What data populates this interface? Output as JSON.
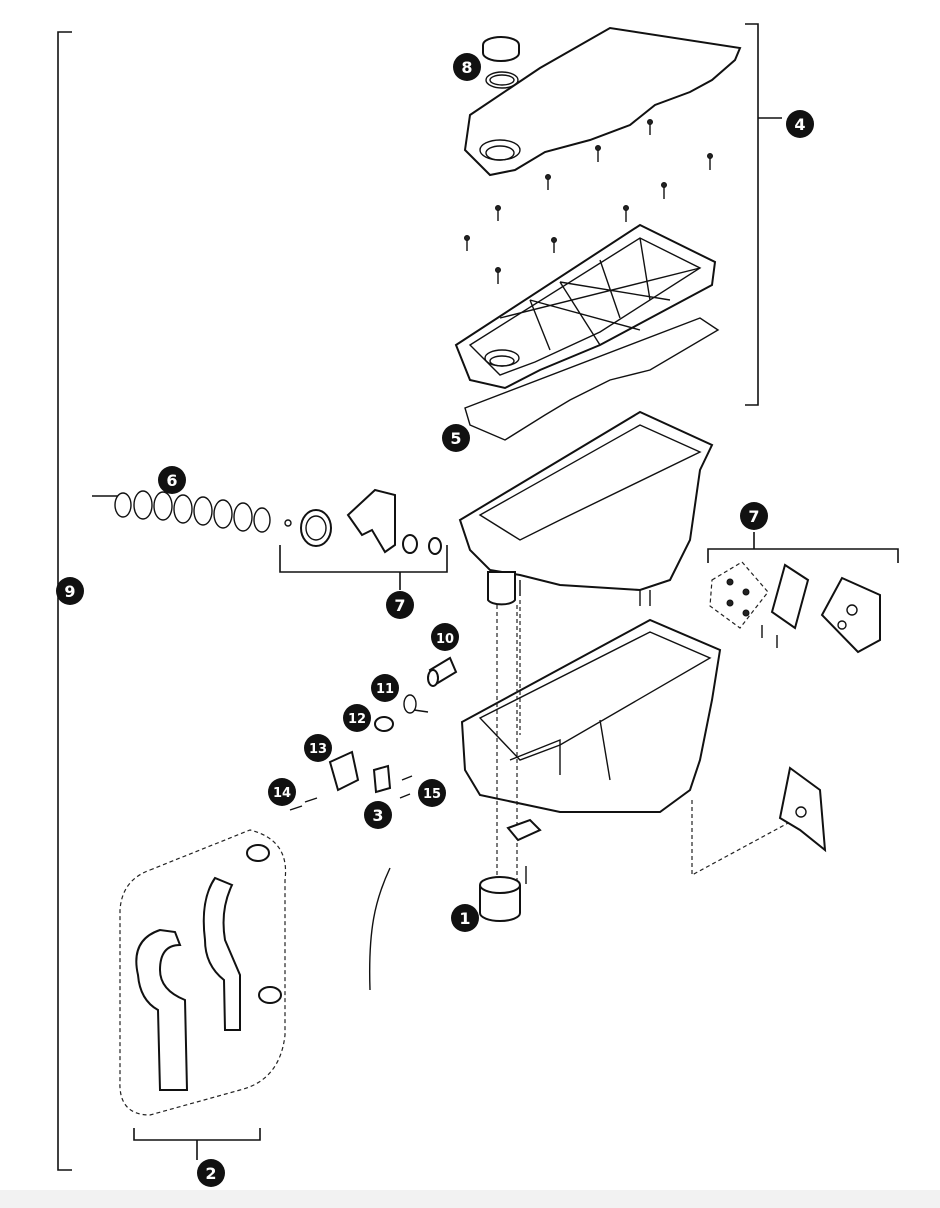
{
  "callouts": [
    {
      "id": "c1",
      "label": "1"
    },
    {
      "id": "c2",
      "label": "2"
    },
    {
      "id": "c3",
      "label": "3"
    },
    {
      "id": "c4",
      "label": "4"
    },
    {
      "id": "c5",
      "label": "5"
    },
    {
      "id": "c6",
      "label": "6"
    },
    {
      "id": "c7a",
      "label": "7"
    },
    {
      "id": "c7b",
      "label": "7"
    },
    {
      "id": "c8",
      "label": "8"
    },
    {
      "id": "c9",
      "label": "9"
    },
    {
      "id": "c10",
      "label": "10"
    },
    {
      "id": "c11",
      "label": "11"
    },
    {
      "id": "c12",
      "label": "12"
    },
    {
      "id": "c13",
      "label": "13"
    },
    {
      "id": "c14",
      "label": "14"
    },
    {
      "id": "c15",
      "label": "15"
    }
  ],
  "colors": {
    "line": "#111111",
    "callout_fill": "#111111",
    "callout_text": "#ffffff",
    "background": "#ffffff"
  }
}
